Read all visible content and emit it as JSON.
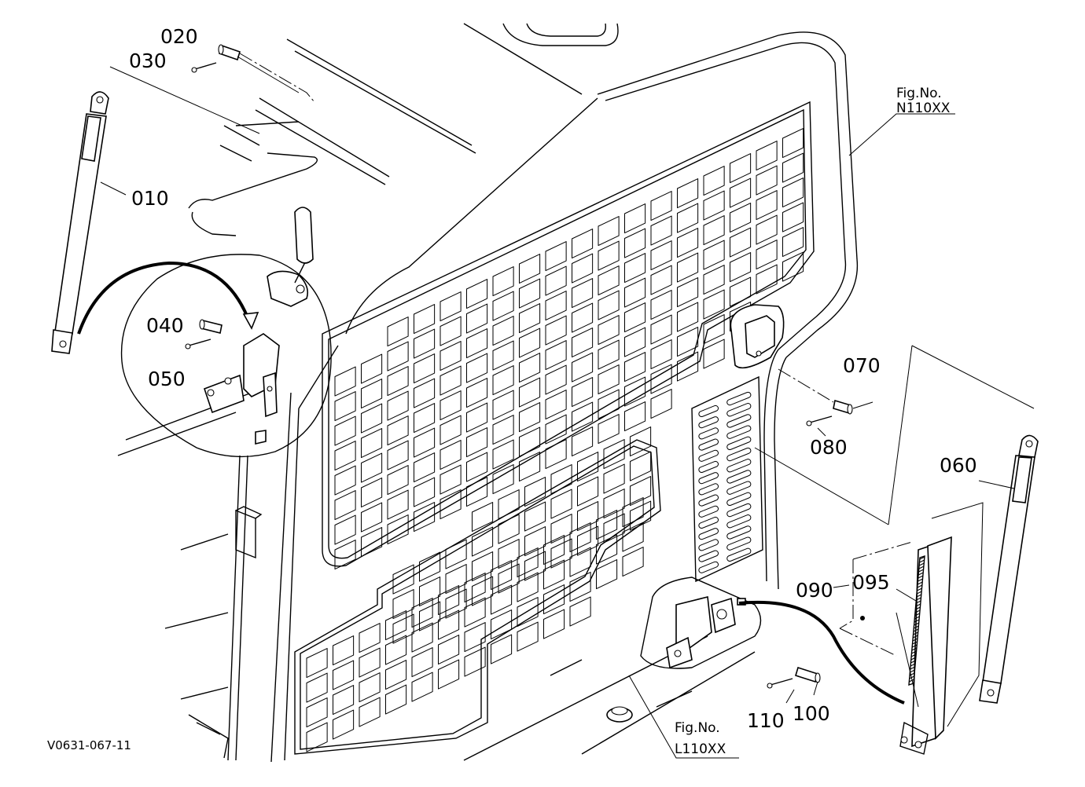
{
  "document_id": "V0631-067-11",
  "figure_refs": [
    {
      "id": "top",
      "line1": "Fig.No.",
      "line2": "N110XX"
    },
    {
      "id": "bottom",
      "line1": "Fig.No.",
      "line2": "L110XX"
    }
  ],
  "callouts": [
    {
      "id": "010",
      "label": "010"
    },
    {
      "id": "020",
      "label": "020"
    },
    {
      "id": "030",
      "label": "030"
    },
    {
      "id": "040",
      "label": "040"
    },
    {
      "id": "050",
      "label": "050"
    },
    {
      "id": "060",
      "label": "060"
    },
    {
      "id": "070",
      "label": "070"
    },
    {
      "id": "080",
      "label": "080"
    },
    {
      "id": "090",
      "label": "090"
    },
    {
      "id": "095",
      "label": "095"
    },
    {
      "id": "100",
      "label": "100"
    },
    {
      "id": "110",
      "label": "110"
    }
  ]
}
